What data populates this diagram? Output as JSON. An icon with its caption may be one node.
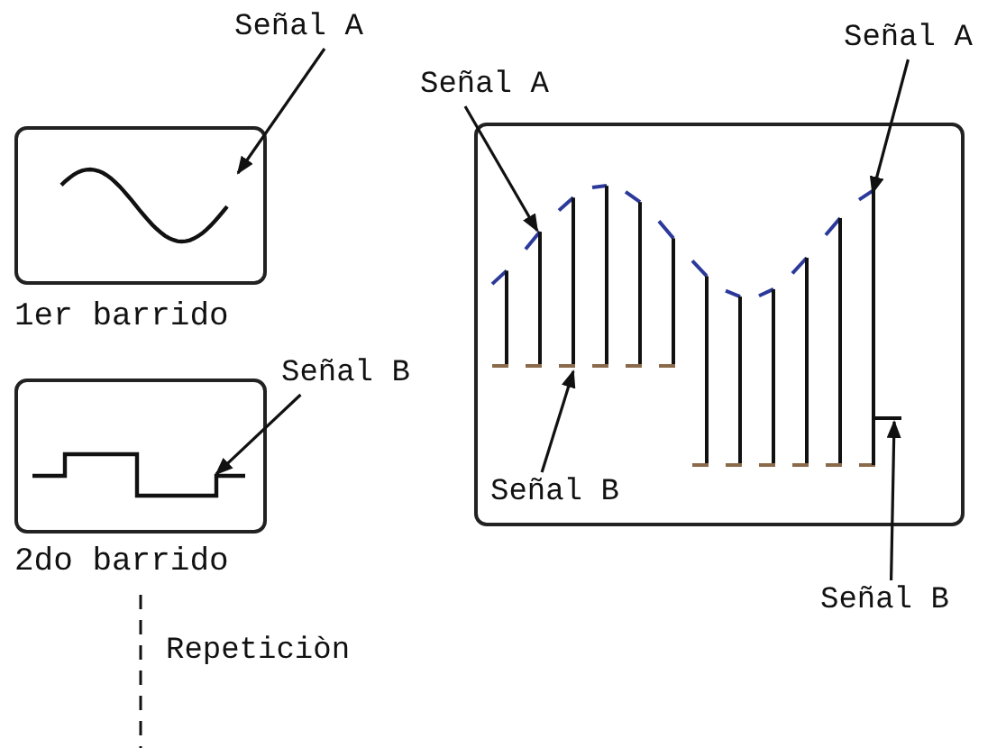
{
  "diagram": {
    "nodes": [
      {
        "text": [],
        "shape": "box",
        "beside": [
          "1er barrido"
        ]
      },
      {
        "text": [
          "Señal A"
        ]
      },
      {
        "text": [],
        "shape": "box",
        "beside": [
          "2do barrido"
        ]
      },
      {
        "text": [
          "Señal B"
        ]
      },
      {
        "text": [],
        "shape": "box"
      },
      {
        "text": [
          "Señal A"
        ]
      },
      {
        "text": [
          "Señal A"
        ]
      },
      {
        "text": [
          "Señal B"
        ],
        "in": 4
      },
      {
        "text": [
          "Señal B"
        ]
      },
      {
        "text": [],
        "shape": "picture",
        "in": 0
      },
      {
        "text": [],
        "shape": "picture",
        "in": 2
      },
      {
        "text": [],
        "shape": "picture",
        "in": 4
      }
    ],
    "edges": [
      {
        "from": 1,
        "to": 9,
        "arrow": "to"
      },
      {
        "from": 3,
        "to": 10,
        "arrow": "to"
      },
      {
        "from": 5,
        "to": 11,
        "arrow": "to"
      },
      {
        "from": 6,
        "to": 11,
        "arrow": "to"
      },
      {
        "from": 7,
        "to": 11,
        "arrow": "to"
      },
      {
        "from": 8,
        "to": 11,
        "arrow": "to"
      }
    ],
    "labels": [
      "Repeticiòn"
    ]
  }
}
